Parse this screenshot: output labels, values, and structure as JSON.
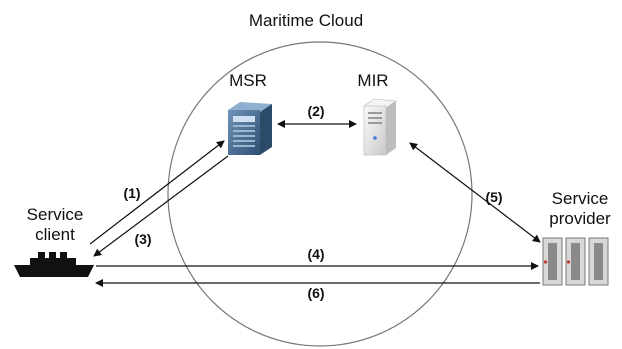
{
  "title": "Maritime Cloud",
  "nodes": {
    "msr": {
      "label": "MSR",
      "icon": "server-icon"
    },
    "mir": {
      "label": "MIR",
      "icon": "server-icon"
    },
    "client": {
      "label_line1": "Service",
      "label_line2": "client",
      "icon": "ship-icon"
    },
    "provider": {
      "label_line1": "Service",
      "label_line2": "provider",
      "icon": "server-rack-icon"
    }
  },
  "steps": {
    "s1": "(1)",
    "s2": "(2)",
    "s3": "(3)",
    "s4": "(4)",
    "s5": "(5)",
    "s6": "(6)"
  },
  "colors": {
    "line": "#111111",
    "circle": "#777777",
    "msr_body": "#4a6f96",
    "mir_body": "#e6e6e6",
    "rack": "#8a8a8a"
  }
}
